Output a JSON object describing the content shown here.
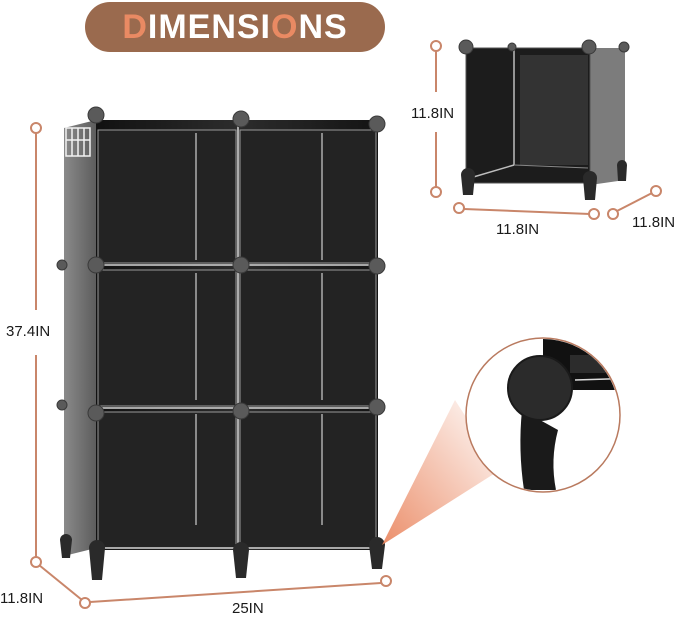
{
  "banner": {
    "title_parts": [
      "D",
      "IMENSI",
      "O",
      "NS"
    ],
    "title": "DIMENSIONS",
    "bg_color": "#9a6a4e",
    "accent_color": "#e98a63"
  },
  "main_unit": {
    "description": "3x2 six-cube black storage organizer",
    "height_label": "37.4IN",
    "depth_label": "11.8IN",
    "width_label": "25IN"
  },
  "single_cube": {
    "description": "single cube module",
    "height_label": "11.8IN",
    "width_label": "11.8IN",
    "depth_label": "11.8IN"
  },
  "detail_callout": {
    "description": "close-up of foot / connector"
  },
  "colors": {
    "dimension_line": "#c9866a",
    "panel": "#1e1e1e",
    "connector": "#5a5a5a"
  }
}
